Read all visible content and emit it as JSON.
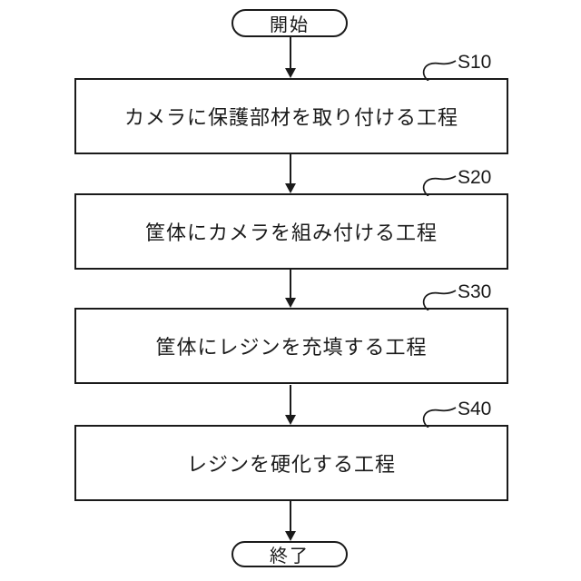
{
  "figure": {
    "type": "flowchart",
    "orientation": "vertical",
    "colors": {
      "stroke": "#1a1a1a",
      "background": "#ffffff"
    },
    "start_label": "開始",
    "end_label": "終了",
    "steps": [
      {
        "id": "S10",
        "title": "カメラに保護部材を取り付ける工程"
      },
      {
        "id": "S20",
        "title": "筐体にカメラを組み付ける工程"
      },
      {
        "id": "S30",
        "title": "筐体にレジンを充填する工程"
      },
      {
        "id": "S40",
        "title": "レジンを硬化する工程"
      }
    ],
    "flow_order": [
      "開始",
      "S10",
      "S20",
      "S30",
      "S40",
      "終了"
    ]
  }
}
